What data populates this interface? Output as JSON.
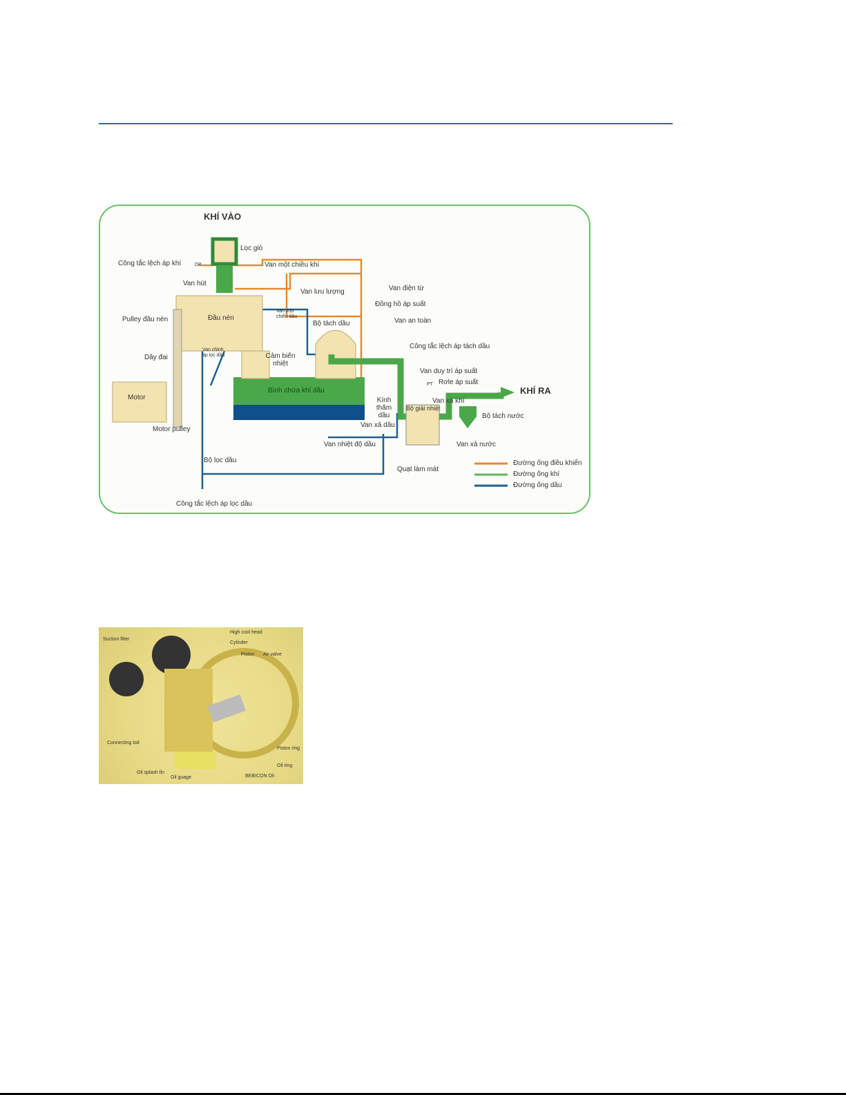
{
  "diagram": {
    "title_in": "KHÍ VÀO",
    "title_out": "KHÍ RA",
    "labels": {
      "loc_gio": "Lọc gió",
      "cong_tac_lech_ap_khi": "Công tắc lệch áp khí",
      "van_mot_chieu_khi": "Van một chiều khí",
      "van_hut": "Van hút",
      "van_luu_luong": "Van lưu lượng",
      "van_dien_tu": "Van điện từ",
      "dong_ho_ap_suat": "Đồng hồ áp suất",
      "pulley_dau_nen": "Pulley đầu nén",
      "dau_nen": "Đầu nén",
      "van_mot_chieu_dau": "Van một chiều dầu",
      "bo_tach_dau": "Bộ tách dầu",
      "van_an_toan": "Van an toàn",
      "cong_tac_lech_ap_tach_dau": "Công tắc lệch áp tách dầu",
      "day_dai": "Dây đai",
      "van_chinh_ap_loc_dau": "Van chỉnh áp lọc dầu",
      "cam_bien_nhiet": "Cảm biến nhiệt",
      "van_duy_tri_ap_suat": "Van duy trì áp suất",
      "role_ap_suat": "Rơle áp suất",
      "motor": "Motor",
      "binh_chua_khi_dau": "Bình chứa khí dầu",
      "kinh_tham_dau": "Kính thăm dầu",
      "van_xa_khi": "Van xả khí",
      "bo_giai_nhiet": "Bộ giải nhiệt",
      "bo_tach_nuoc": "Bộ tách nước",
      "motor_pulley": "Motor pulley",
      "van_xa_dau": "Van xả dầu",
      "van_xa_nuoc": "Van xả nước",
      "van_nhiet_do_dau": "Van nhiệt độ dầu",
      "bo_loc_dau": "Bộ lọc dầu",
      "quat_lam_mat": "Quạt làm mát",
      "cong_tac_lech_ap_loc_dau": "Công tắc lệch áp lọc dầu",
      "dp": "DP",
      "pt": "PT"
    },
    "legend": [
      {
        "label": "Đường ống điều khiển",
        "color": "#e8872e"
      },
      {
        "label": "Đường ống khí",
        "color": "#5cb85c"
      },
      {
        "label": "Đường ống dầu",
        "color": "#1f5f8f"
      }
    ]
  },
  "photo": {
    "labels": [
      "Suction filter",
      "High cool head",
      "Cylinder",
      "Piston",
      "Air valve",
      "Connecting lod",
      "Piston ring",
      "Oil ring",
      "Oil splash fin",
      "Oil guage",
      "BEBICON Oil"
    ]
  }
}
